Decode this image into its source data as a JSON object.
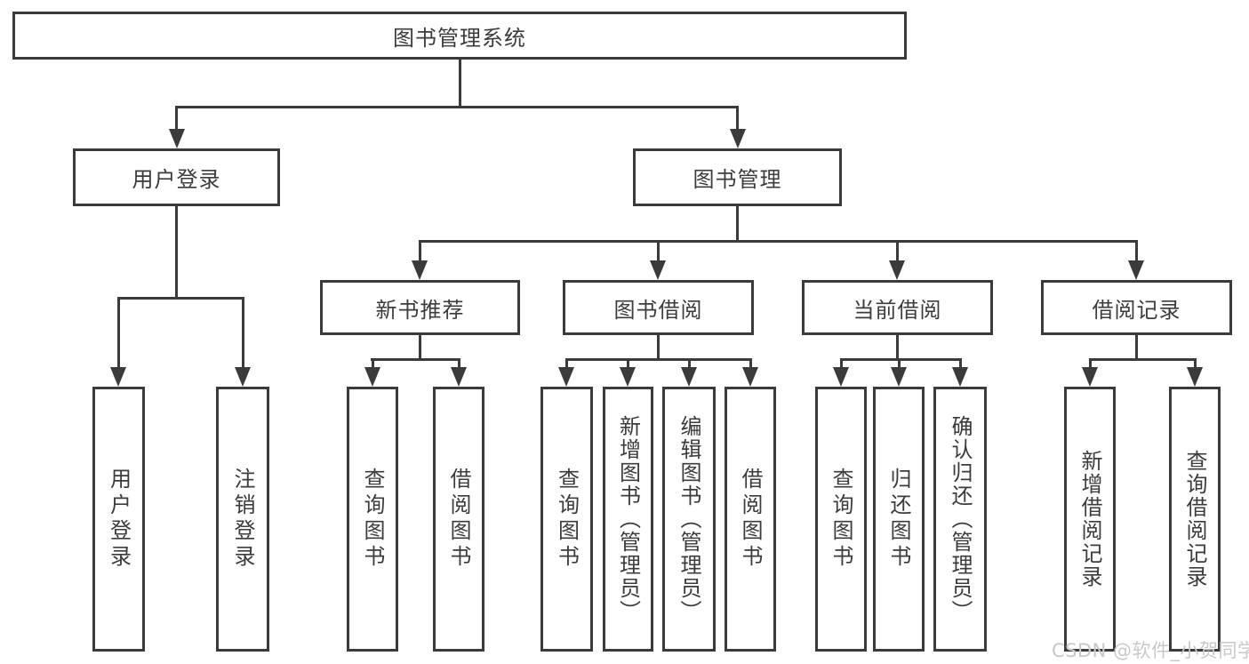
{
  "colors": {
    "line": "#3b3b3b",
    "text": "#3c3c3c",
    "watermark": "#c9c9c9",
    "background": "#ffffff"
  },
  "watermark": {
    "text": "CSDN @软件_小贺同学"
  },
  "tree": {
    "root": {
      "label": "图书管理系统"
    },
    "branches": [
      {
        "label": "用户登录",
        "children": [
          {
            "label": "用户登录"
          },
          {
            "label": "注销登录"
          }
        ]
      },
      {
        "label": "图书管理",
        "groups": [
          {
            "label": "新书推荐",
            "children": [
              {
                "label": "查询图书"
              },
              {
                "label": "借阅图书"
              }
            ]
          },
          {
            "label": "图书借阅",
            "children": [
              {
                "label": "查询图书"
              },
              {
                "label": "新增图书（管理员）"
              },
              {
                "label": "编辑图书（管理员）"
              },
              {
                "label": "借阅图书"
              }
            ]
          },
          {
            "label": "当前借阅",
            "children": [
              {
                "label": "查询图书"
              },
              {
                "label": "归还图书"
              },
              {
                "label": "确认归还（管理员）"
              }
            ]
          },
          {
            "label": "借阅记录",
            "children": [
              {
                "label": "新增借阅记录"
              },
              {
                "label": "查询借阅记录"
              }
            ]
          }
        ]
      }
    ]
  }
}
